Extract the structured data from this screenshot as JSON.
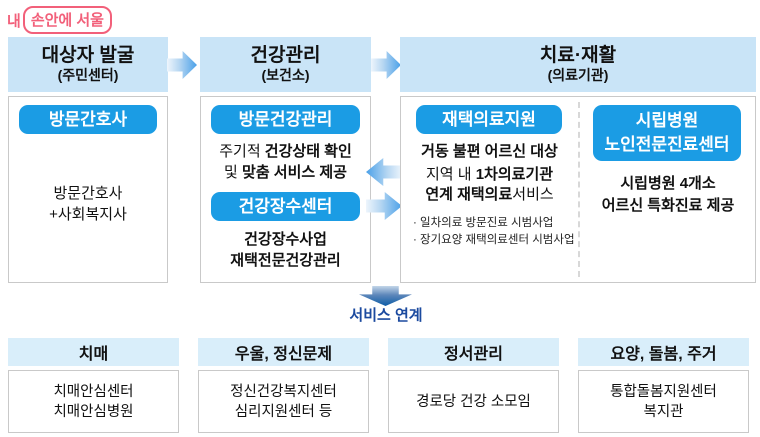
{
  "app_title": {
    "prefix": "내",
    "boxed": "손안에 서울"
  },
  "colors": {
    "brand_pink": "#f2607a",
    "pill_blue": "#1b9ce4",
    "header_blue": "#c9e4f7",
    "bottom_header_blue": "#d9eefa",
    "arrow_blue": "#4aa0e8",
    "down_arrow_navy": "#0d5ca7",
    "connector_label_navy": "#1b4a9f",
    "box_border_gray": "#c9c9c9"
  },
  "flow": {
    "col1": {
      "title": "대상자 발굴",
      "subtitle": "(주민센터)",
      "pill": "방문간호사",
      "body_line1": "방문간호사",
      "body_line2": "+사회복지사"
    },
    "col2": {
      "title": "건강관리",
      "subtitle": "(보건소)",
      "pill1": "방문건강관리",
      "desc_line1": [
        "주기적 ",
        "건강상태 확인"
      ],
      "desc_line2": [
        "및 ",
        "맞춤 서비스 제공"
      ],
      "pill2": "건강장수센터",
      "desc2_line1": "건강장수사업",
      "desc2_line2": "재택전문건강관리"
    },
    "col3": {
      "title": "치료·재활",
      "subtitle": "(의료기관)",
      "left": {
        "pill": "재택의료지원",
        "line1": "거동 불편 어르신 대상",
        "line2": [
          "지역 내 ",
          "1차의료기관"
        ],
        "line3": [
          "연계 재택의료",
          "서비스"
        ],
        "bullets": [
          "· 일차의료 방문진료 시범사업",
          "· 장기요양 재택의료센터 시범사업"
        ]
      },
      "right": {
        "pill_line1": "시립병원",
        "pill_line2": "노인전문진료센터",
        "line1": "시립병원 4개소",
        "line2": "어르신 특화진료 제공"
      }
    }
  },
  "connector": {
    "label": "서비스 연계"
  },
  "bottom": {
    "boxes": [
      {
        "title": "치매",
        "line1": "치매안심센터",
        "line2": "치매안심병원"
      },
      {
        "title": "우울, 정신문제",
        "line1": "정신건강복지센터",
        "line2": "심리지원센터 등"
      },
      {
        "title": "정서관리",
        "line1": "경로당 건강 소모임",
        "line2": ""
      },
      {
        "title": "요양, 돌봄, 주거",
        "line1": "통합돌봄지원센터",
        "line2": "복지관"
      }
    ]
  }
}
